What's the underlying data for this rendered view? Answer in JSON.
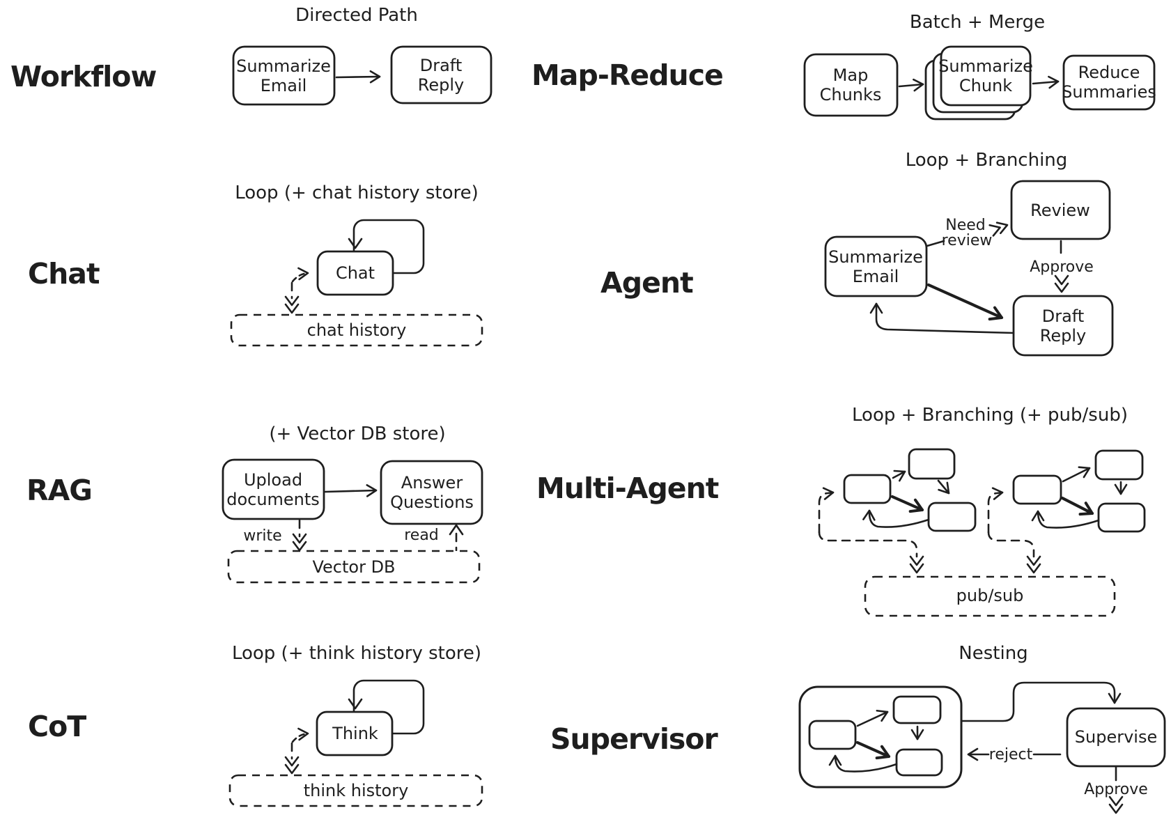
{
  "canvas": {
    "ink": "#1e1e1e",
    "background": "#ffffff"
  },
  "sections": {
    "workflow": {
      "label": "Workflow",
      "title": "Directed Path",
      "node_summarize": {
        "line1": "Summarize",
        "line2": "Email"
      },
      "node_draft": {
        "line1": "Draft",
        "line2": "Reply"
      }
    },
    "map_reduce": {
      "label": "Map-Reduce",
      "title": "Batch + Merge",
      "node_map": {
        "line1": "Map",
        "line2": "Chunks"
      },
      "node_summarize": {
        "line1": "Summarize",
        "line2": "Chunk"
      },
      "node_reduce": {
        "line1": "Reduce",
        "line2": "Summaries"
      }
    },
    "chat": {
      "label": "Chat",
      "title": "Loop (+ chat history store)",
      "node_chat": "Chat",
      "store": "chat history"
    },
    "agent": {
      "label": "Agent",
      "title": "Loop + Branching",
      "node_summarize": {
        "line1": "Summarize",
        "line2": "Email"
      },
      "node_review": "Review",
      "node_draft": {
        "line1": "Draft",
        "line2": "Reply"
      },
      "edge_need_review": {
        "line1": "Need",
        "line2": "review"
      },
      "edge_approve": "Approve"
    },
    "rag": {
      "label": "RAG",
      "title": "(+ Vector DB store)",
      "node_upload": {
        "line1": "Upload",
        "line2": "documents"
      },
      "node_answer": {
        "line1": "Answer",
        "line2": "Questions"
      },
      "edge_write": "write",
      "edge_read": "read",
      "store": "Vector DB"
    },
    "multi_agent": {
      "label": "Multi-Agent",
      "title": "Loop + Branching (+ pub/sub)",
      "store": "pub/sub"
    },
    "cot": {
      "label": "CoT",
      "title": "Loop (+ think history store)",
      "node_think": "Think",
      "store": "think history"
    },
    "supervisor": {
      "label": "Supervisor",
      "title": "Nesting",
      "node_supervise": "Supervise",
      "edge_reject": "reject",
      "edge_approve": "Approve"
    }
  }
}
